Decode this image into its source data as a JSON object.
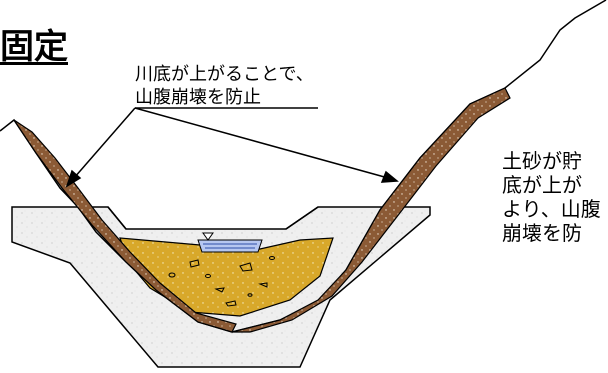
{
  "title": "固定",
  "callout": {
    "line1": "川底が上がることで、",
    "line2": "山腹崩壊を防止"
  },
  "side_text": {
    "line1": "土砂が貯",
    "line2": "底が上が",
    "line3": "より、山腹",
    "line4": "崩壊を防"
  },
  "colors": {
    "concrete": "#eeeeee",
    "slope_soil": "#8b5a35",
    "sediment": "#d8a82a",
    "water": "#b6c7f0",
    "outline": "#000000"
  }
}
